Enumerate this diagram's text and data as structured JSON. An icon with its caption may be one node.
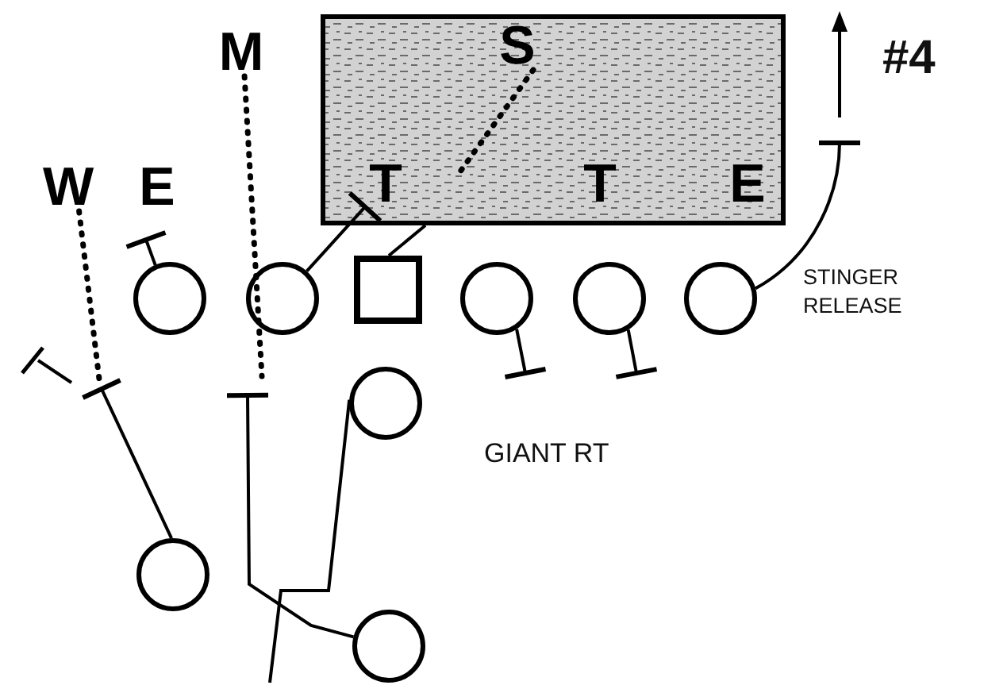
{
  "diagram": {
    "nodes": [
      {
        "text": [],
        "shape": "box"
      },
      {
        "text": [
          "S"
        ],
        "in": 0
      },
      {
        "text": [
          "T"
        ],
        "in": 0
      },
      {
        "text": [
          "T"
        ],
        "in": 0
      },
      {
        "text": [
          "E"
        ],
        "in": 0
      },
      {
        "text": [
          "W"
        ]
      },
      {
        "text": [
          "E"
        ]
      },
      {
        "text": [
          "M"
        ]
      },
      {
        "text": [],
        "shape": "circle"
      },
      {
        "text": [],
        "shape": "circle"
      },
      {
        "text": [],
        "shape": "box"
      },
      {
        "text": [],
        "shape": "circle"
      },
      {
        "text": [],
        "shape": "circle"
      },
      {
        "text": [],
        "shape": "circle",
        "beside": [
          "STINGER RELEASE"
        ]
      },
      {
        "text": [],
        "shape": "circle"
      },
      {
        "text": [],
        "shape": "circle"
      },
      {
        "text": [],
        "shape": "circle"
      }
    ],
    "edges": [
      {
        "from": 8,
        "to": null,
        "arrow": "other"
      },
      {
        "from": 9,
        "to": 2,
        "arrow": "other"
      },
      {
        "from": 10,
        "to": 0,
        "arrow": "none"
      },
      {
        "from": 11,
        "to": null,
        "arrow": "other"
      },
      {
        "from": 12,
        "to": null,
        "arrow": "other"
      },
      {
        "from": 13,
        "to": null,
        "arrow": "other"
      },
      {
        "from": 5,
        "to": null,
        "arrow": "none",
        "style": "dashed"
      },
      {
        "from": 7,
        "to": null,
        "arrow": "none",
        "style": "dashed"
      },
      {
        "from": 1,
        "to": null,
        "arrow": "none",
        "style": "dashed"
      },
      {
        "from": 15,
        "to": null,
        "arrow": "other"
      },
      {
        "from": 16,
        "to": null,
        "arrow": "other"
      },
      {
        "from": 14,
        "to": null,
        "arrow": "none"
      }
    ],
    "labels": [
      "#4",
      "GIANT RT"
    ]
  }
}
